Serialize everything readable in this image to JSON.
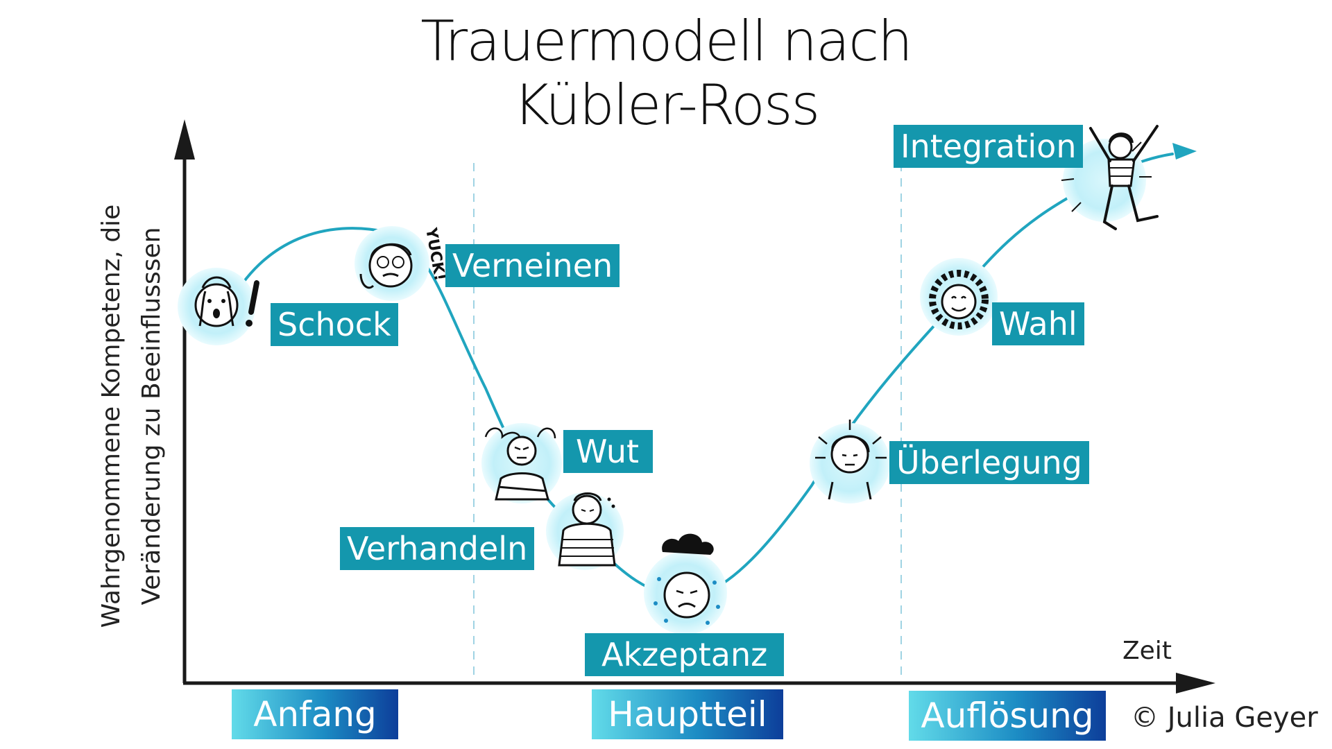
{
  "title": {
    "line1": "Trauermodell nach",
    "line2": "Kübler-Ross"
  },
  "axes": {
    "y_label": "Wahrgenommene Kompetenz, die Veränderung zu Beeinflusssen",
    "x_label": "Zeit"
  },
  "stages": [
    {
      "key": "schock",
      "label": "Schock"
    },
    {
      "key": "verneinen",
      "label": "Verneinen"
    },
    {
      "key": "wut",
      "label": "Wut"
    },
    {
      "key": "verhandeln",
      "label": "Verhandeln"
    },
    {
      "key": "akzeptanz",
      "label": "Akzeptanz"
    },
    {
      "key": "ueberlegung",
      "label": "Überlegung"
    },
    {
      "key": "wahl",
      "label": "Wahl"
    },
    {
      "key": "integration",
      "label": "Integration"
    }
  ],
  "phases": [
    {
      "key": "anfang",
      "label": "Anfang"
    },
    {
      "key": "hauptteil",
      "label": "Hauptteil"
    },
    {
      "key": "aufloesung",
      "label": "Auflösung"
    }
  ],
  "illustration_text": {
    "yuck": "YUCK!"
  },
  "credit": "© Julia Geyer",
  "colors": {
    "curve": "#20a5bf",
    "label_bg": "#1497ad",
    "label_text": "#ffffff",
    "icon_glow": "#c8f3fb",
    "axis": "#1a1a1a",
    "divider": "#9fd3e3",
    "phase_gradient_start": "#62dbe9",
    "phase_gradient_end": "#0d3e9a"
  }
}
